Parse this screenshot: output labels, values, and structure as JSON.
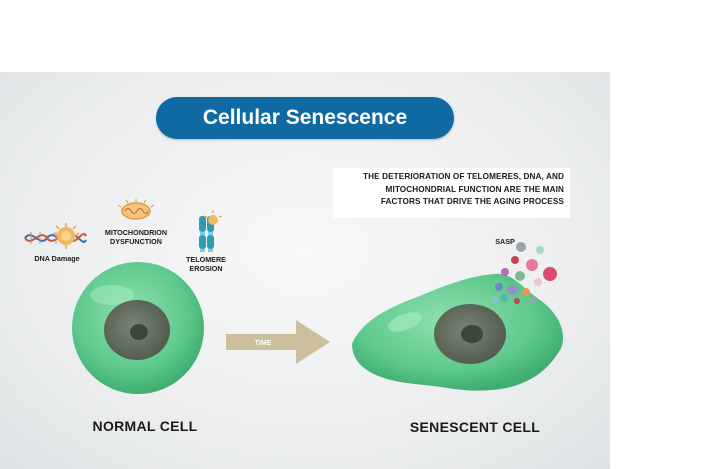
{
  "title": "Cellular Senescence",
  "note": {
    "line1": "THE DETERIORATION OF TELOMERES, DNA, AND",
    "line2": "MITOCHONDRIAL FUNCTION ARE THE MAIN",
    "line3": "FACTORS THAT DRIVE THE AGING PROCESS"
  },
  "factors": {
    "dna_damage": "DNA Damage",
    "mito_line1": "MITOCHONDRION",
    "mito_line2": "DYSFUNCTION",
    "telomere_line1": "TELOMERE",
    "telomere_line2": "EROSION"
  },
  "arrow_label": "TIME",
  "sasp_label": "SASP",
  "normal_cell_label": "NORMAL CELL",
  "senescent_cell_label": "SENESCENT CELL",
  "colors": {
    "title_bg": "#0f6aa3",
    "cell_green": "#5ec98c",
    "nucleus": "#5f6a5c",
    "arrow": "#cbbf9c"
  }
}
